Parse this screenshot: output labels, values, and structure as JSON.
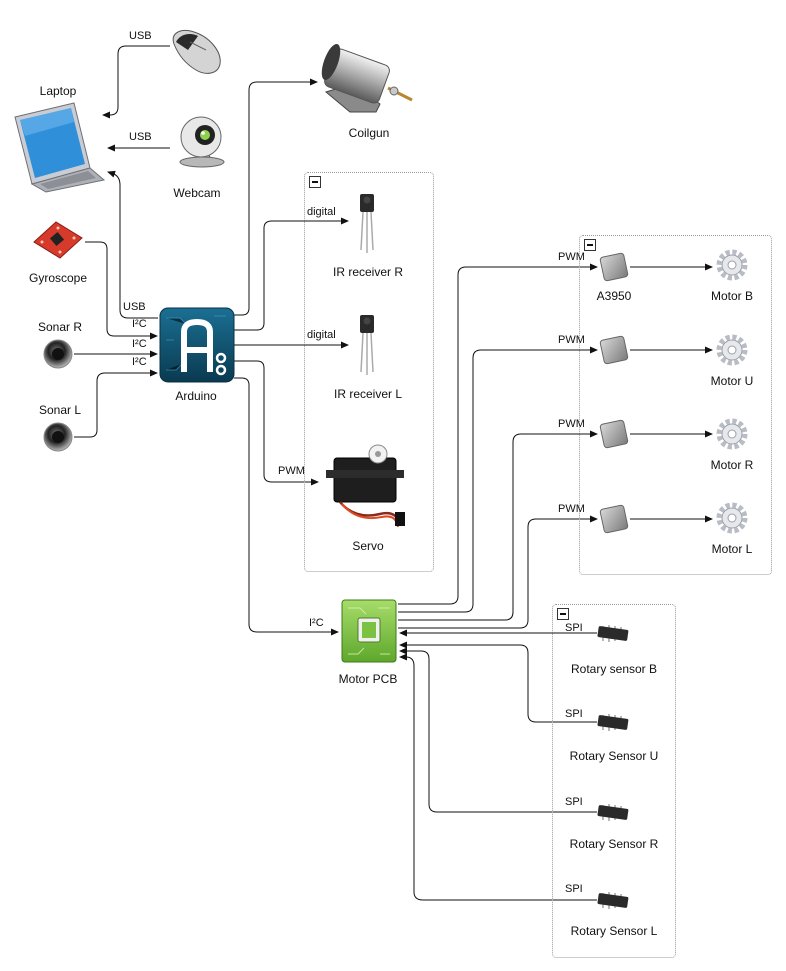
{
  "nodes": {
    "laptop": "Laptop",
    "mouse": "",
    "webcam": "Webcam",
    "gyroscope": "Gyroscope",
    "sonar_r": "Sonar R",
    "sonar_l": "Sonar L",
    "arduino": "Arduino",
    "coilgun": "Coilgun",
    "ir_receiver_r": "IR receiver R",
    "ir_receiver_l": "IR receiver L",
    "servo": "Servo",
    "a3950": "A3950",
    "motor_b": "Motor B",
    "motor_u": "Motor U",
    "motor_r": "Motor R",
    "motor_l": "Motor L",
    "motor_pcb": "Motor PCB",
    "rotary_b": "Rotary sensor B",
    "rotary_u": "Rotary Sensor U",
    "rotary_r": "Rotary Sensor R",
    "rotary_l": "Rotary Sensor L"
  },
  "connections": {
    "mouse_laptop": "USB",
    "webcam_laptop": "USB",
    "arduino_laptop": "USB",
    "gyro_arduino": "I²C",
    "sonar_r_arduino": "I²C",
    "sonar_l_arduino": "I²C",
    "ir_r": "digital",
    "ir_l": "digital",
    "servo": "PWM",
    "pcb": "I²C",
    "pwm_b": "PWM",
    "pwm_u": "PWM",
    "pwm_r": "PWM",
    "pwm_l": "PWM",
    "spi_b": "SPI",
    "spi_u": "SPI",
    "spi_r": "SPI",
    "spi_l": "SPI"
  },
  "groups": {
    "collapse_symbol": "−"
  },
  "colors": {
    "edge": "#111111",
    "group_border": "#9a9a9a",
    "arduino_bg": "#0d4f6b",
    "pcb_green": "#7cc242",
    "gyro_red": "#d63a2a",
    "chip": "#2a2a2a",
    "driver": "#9a9a9a",
    "gear": "#b8bcc4"
  }
}
